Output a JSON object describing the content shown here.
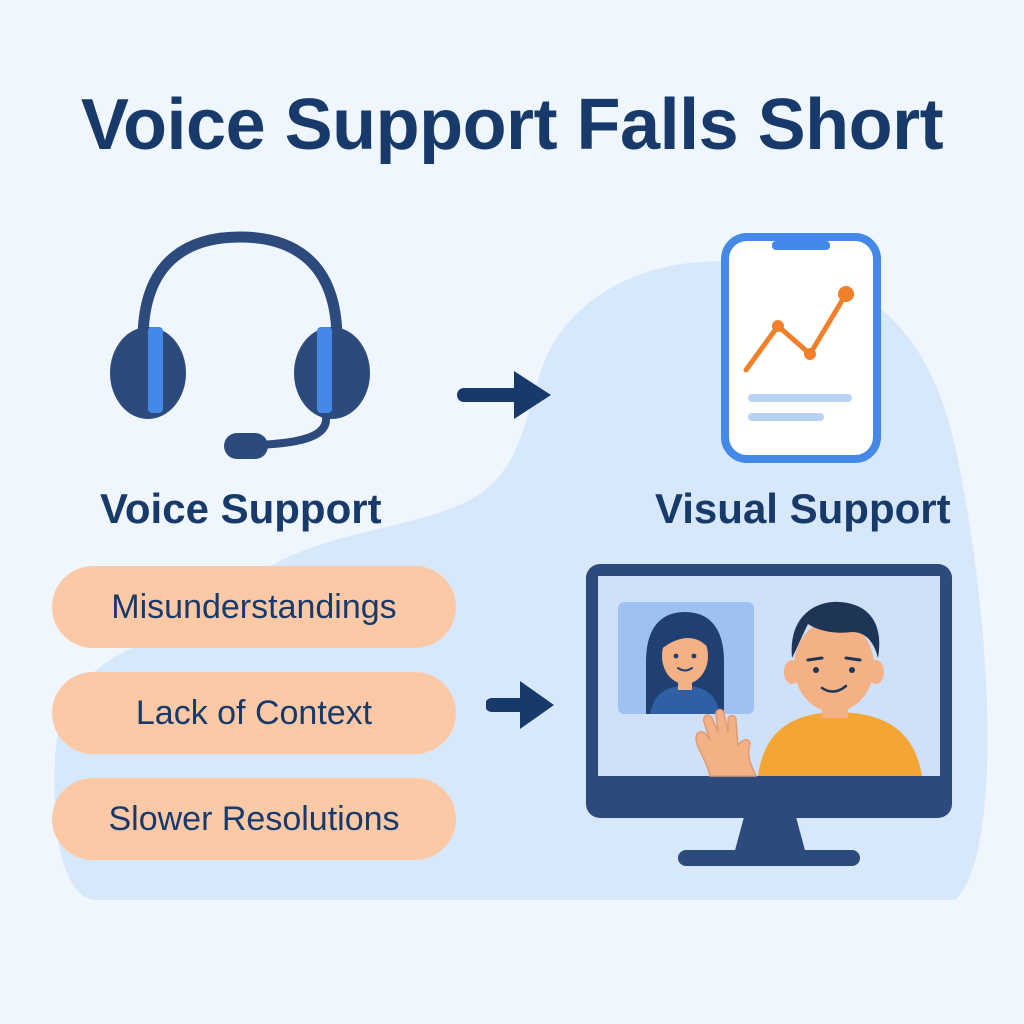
{
  "title": "Voice Support Falls Short",
  "labels": {
    "voice": "Voice Support",
    "visual": "Visual Support"
  },
  "problems": [
    "Misunderstandings",
    "Lack of Context",
    "Slower Resolutions"
  ],
  "icons": {
    "headset": "headset-icon",
    "arrow": "arrow-right-icon",
    "phone": "smartphone-chart-icon",
    "monitor": "video-call-monitor-icon"
  },
  "colors": {
    "title": "#173a6b",
    "background": "#eff6fd",
    "blob": "#d8e8fb",
    "pill": "#fcc9a7",
    "accent_blue": "#4488e8",
    "dark_blue": "#2c4a7c",
    "chart_orange": "#f0802a",
    "shirt": "#f4a634"
  }
}
